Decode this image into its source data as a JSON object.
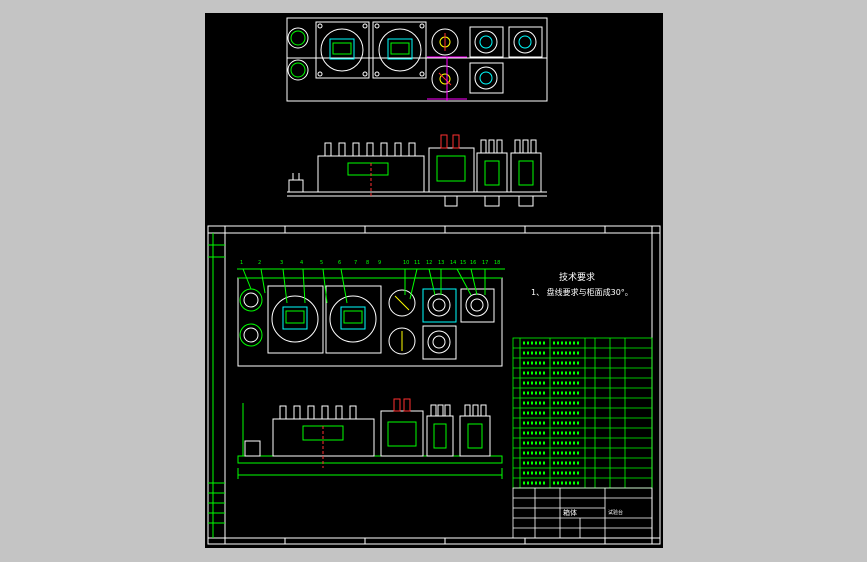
{
  "viewer": {
    "background_color": "#c4c4c4",
    "sheet_color": "#000000",
    "line_colors": {
      "white": "#ffffff",
      "green": "#00ff00",
      "cyan": "#00ffff",
      "magenta": "#ff00ff",
      "yellow": "#ffff00",
      "red": "#ff3030"
    }
  },
  "drawing": {
    "tech_requirements_title": "技术要求",
    "tech_requirement_1": "1、 盘线要求与柜面成30°。",
    "callout_numbers": [
      "1",
      "2",
      "3",
      "4",
      "5",
      "6",
      "7",
      "8",
      "9",
      "10",
      "11",
      "12",
      "13",
      "14",
      "15",
      "16",
      "17",
      "18"
    ],
    "title_block_name": "箱体",
    "title_block_side": "试验台"
  }
}
